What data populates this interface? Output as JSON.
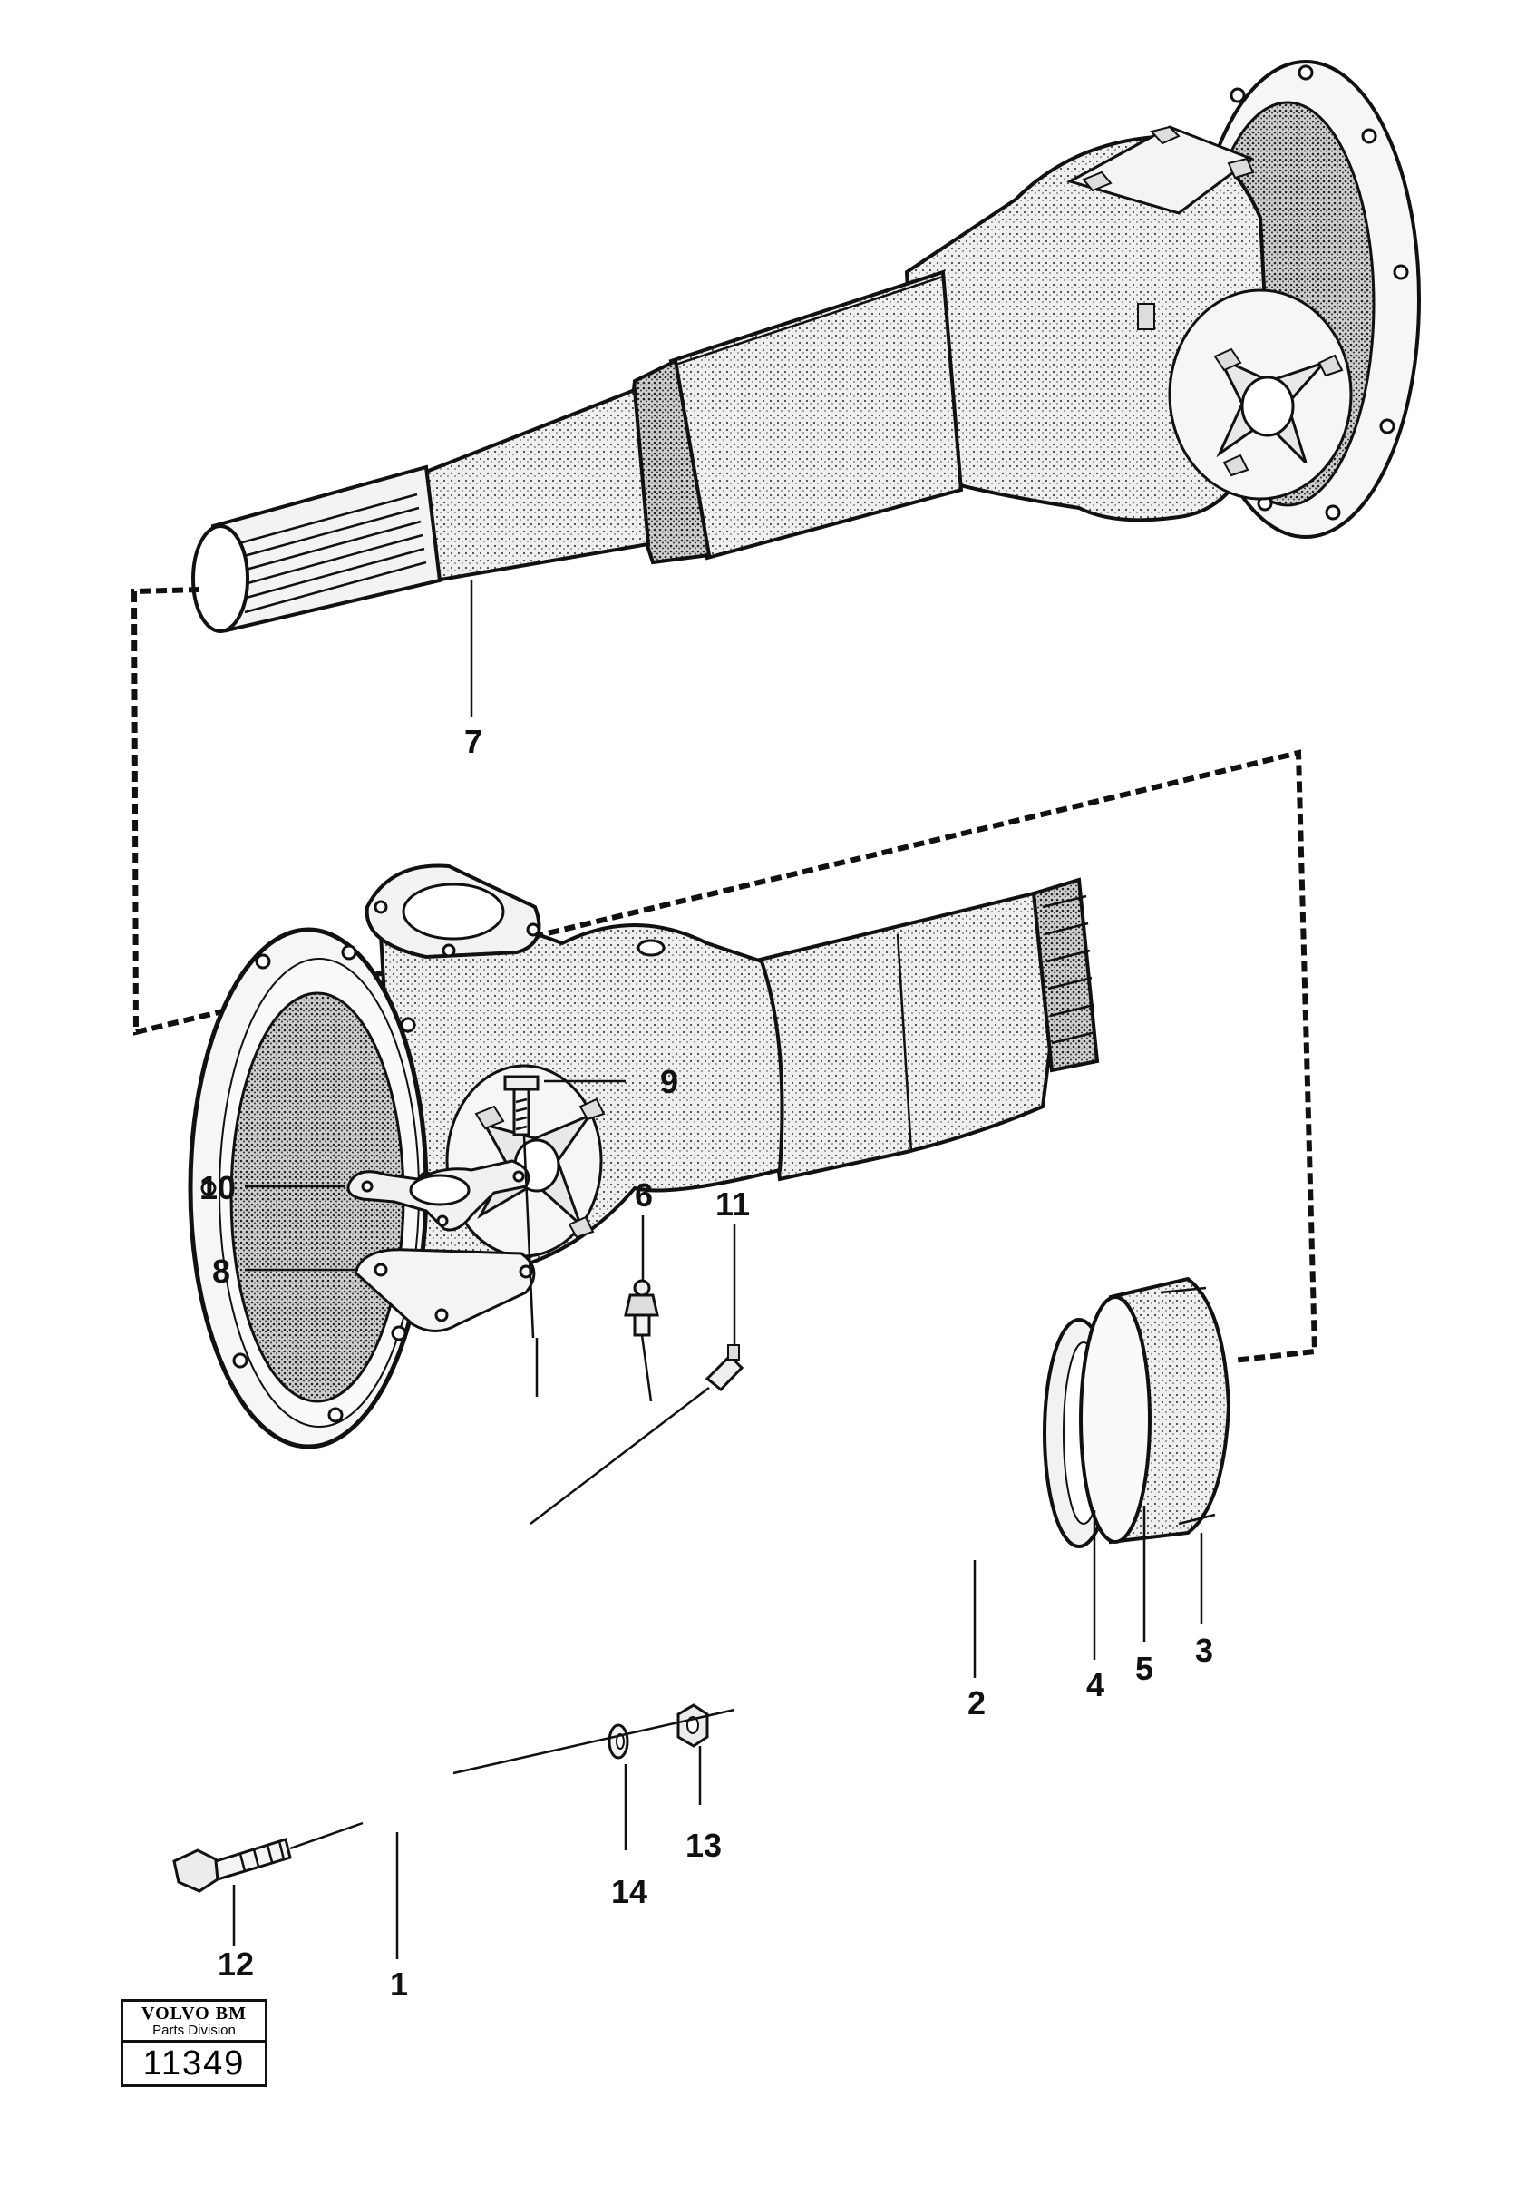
{
  "callouts": {
    "c1": "1",
    "c2": "2",
    "c3": "3",
    "c4": "4",
    "c5": "5",
    "c6": "6",
    "c7": "7",
    "c8": "8",
    "c9": "9",
    "c10": "10",
    "c11": "11",
    "c12": "12",
    "c13": "13",
    "c14": "14"
  },
  "badge": {
    "brand": "VOLVO BM",
    "division": "Parts Division",
    "number": "11349"
  },
  "icons": {
    "shaft": "splined-shaft-with-yoke",
    "housing": "axle-housing-with-flange"
  }
}
